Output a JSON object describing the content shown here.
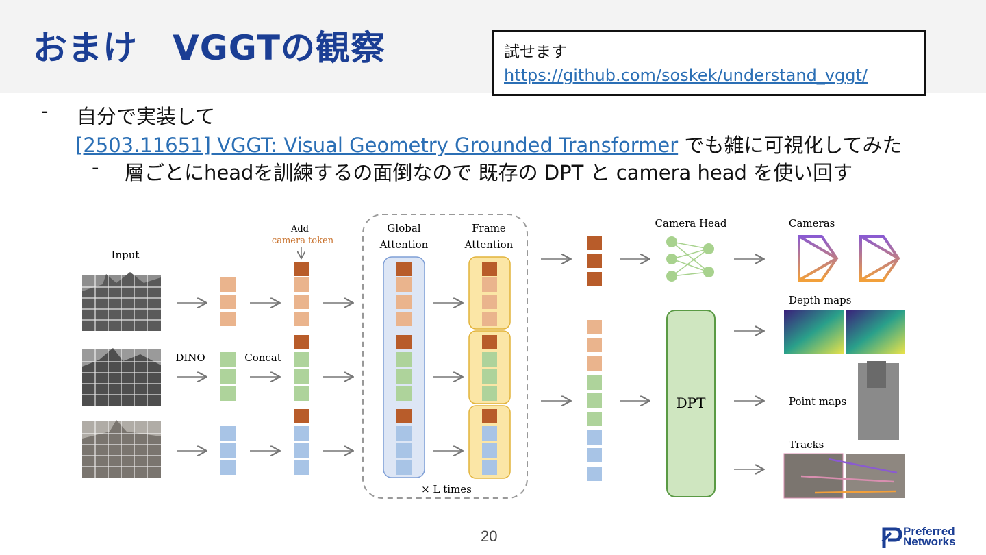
{
  "slide": {
    "title": "おまけ　VGGTの観察",
    "note": {
      "line1": "試せます",
      "link": "https://github.com/soskek/understand_vggt/"
    },
    "bullets": {
      "b1_text": "自分で実装して",
      "b1_link": "[2503.11651] VGGT: Visual Geometry Grounded Transformer",
      "b1_suffix": " でも雑に可視化してみた",
      "b2_text": "層ごとにheadを訓練するの面倒なので 既存の DPT と camera head を使い回す",
      "dash": "-"
    },
    "page_number": "20",
    "logo": {
      "line1": "Preferred",
      "line2": "Networks"
    }
  },
  "figure": {
    "input_label": "Input",
    "dino_label": "DINO",
    "concat_label": "Concat",
    "add_label": "Add",
    "camera_token_label": "camera token",
    "global_label_1": "Global",
    "global_label_2": "Attention",
    "frame_label_1": "Frame",
    "frame_label_2": "Attention",
    "times_label": "× L times",
    "camera_head_label": "Camera Head",
    "cameras_label": "Cameras",
    "depth_label": "Depth maps",
    "dpt_label": "DPT",
    "point_label": "Point maps",
    "tracks_label": "Tracks",
    "colors": {
      "orange_light": "#eab48d",
      "orange_dark": "#b85c2a",
      "green": "#aed39b",
      "blue": "#a8c4e6",
      "global_box": "#dde6f5",
      "frame_box": "#fbe6a6",
      "dpt_box": "#cfe6c0"
    }
  }
}
